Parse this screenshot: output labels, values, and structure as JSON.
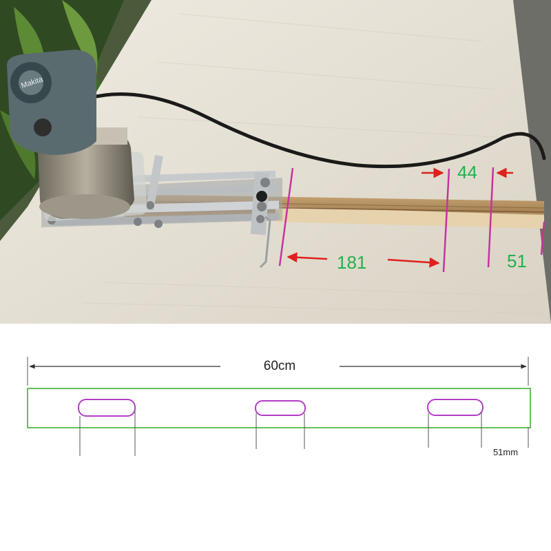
{
  "photo": {
    "labels": {
      "gap": "44",
      "span": "181",
      "end": "51"
    },
    "brand_text": "Makita",
    "colors": {
      "wood_table": "#e6e1d5",
      "foliage": "#2f4a22",
      "label_green": "#22b14c",
      "arrow_red": "#e0201c",
      "guide_magenta": "#c7339c",
      "cord": "#1a1a1a",
      "aluminum": "#bfc3c6",
      "router_body": "#5a6b70"
    }
  },
  "drawing": {
    "length_label": "60cm",
    "end_label": "51mm",
    "colors": {
      "board_outline": "#66c05a",
      "slot_outline": "#b43cc8",
      "dimension": "#333333",
      "tick": "#555555"
    }
  }
}
